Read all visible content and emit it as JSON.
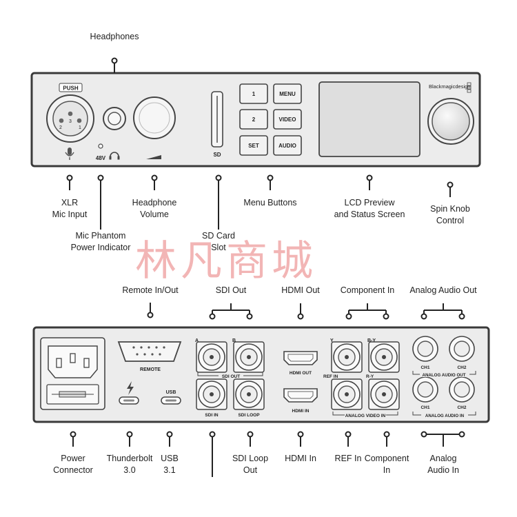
{
  "front": {
    "labels": {
      "headphones": "Headphones",
      "xlr_line1": "XLR",
      "xlr_line2": "Mic Input",
      "phantom_line1": "Mic Phantom",
      "phantom_line2": "Power Indicator",
      "hpvol_line1": "Headphone",
      "hpvol_line2": "Volume",
      "sd_line1": "SD Card",
      "sd_line2": "Slot",
      "menu_buttons": "Menu Buttons",
      "lcd_line1": "LCD Preview",
      "lcd_line2": "and Status Screen",
      "knob_line1": "Spin Knob",
      "knob_line2": "Control"
    },
    "panel": {
      "push": "PUSH",
      "pin2": "2",
      "pin3": "3",
      "pin1": "1",
      "v48": "48V",
      "sd": "SD",
      "btn_1": "1",
      "btn_menu": "MENU",
      "btn_2": "2",
      "btn_video": "VIDEO",
      "btn_set": "SET",
      "btn_audio": "AUDIO",
      "brand": "Blackmagicdesign"
    }
  },
  "watermark": "林凡商城",
  "rear": {
    "labels": {
      "remote": "Remote In/Out",
      "sdi_out": "SDI Out",
      "hdmi_out": "HDMI Out",
      "component_in_top": "Component In",
      "analog_audio_out": "Analog Audio Out",
      "power_line1": "Power",
      "power_line2": "Connector",
      "tb_line1": "Thunderbolt",
      "tb_line2": "3.0",
      "usb_line1": "USB",
      "usb_line2": "3.1",
      "sdi_loop_line1": "SDI Loop",
      "sdi_loop_line2": "Out",
      "hdmi_in": "HDMI In",
      "ref_in": "REF In",
      "comp_in_line1": "Component",
      "comp_in_line2": "In",
      "analog_in_line1": "Analog",
      "analog_in_line2": "Audio In"
    },
    "panel": {
      "remote": "REMOTE",
      "usb": "USB",
      "sdi_a": "A",
      "sdi_b": "B",
      "sdi_out": "SDI OUT",
      "sdi_in": "SDI IN",
      "sdi_loop": "SDI LOOP",
      "hdmi_out": "HDMI OUT",
      "hdmi_in": "HDMI IN",
      "y": "Y",
      "b_y_top": "B-Y",
      "ref_in": "REF IN",
      "r_y": "R-Y",
      "analog_video_in": "ANALOG VIDEO IN",
      "ch1_out": "CH1",
      "ch2_out": "CH2",
      "analog_audio_out": "ANALOG AUDIO OUT",
      "ch1_in": "CH1",
      "ch2_in": "CH2",
      "analog_audio_in": "ANALOG AUDIO IN"
    }
  }
}
